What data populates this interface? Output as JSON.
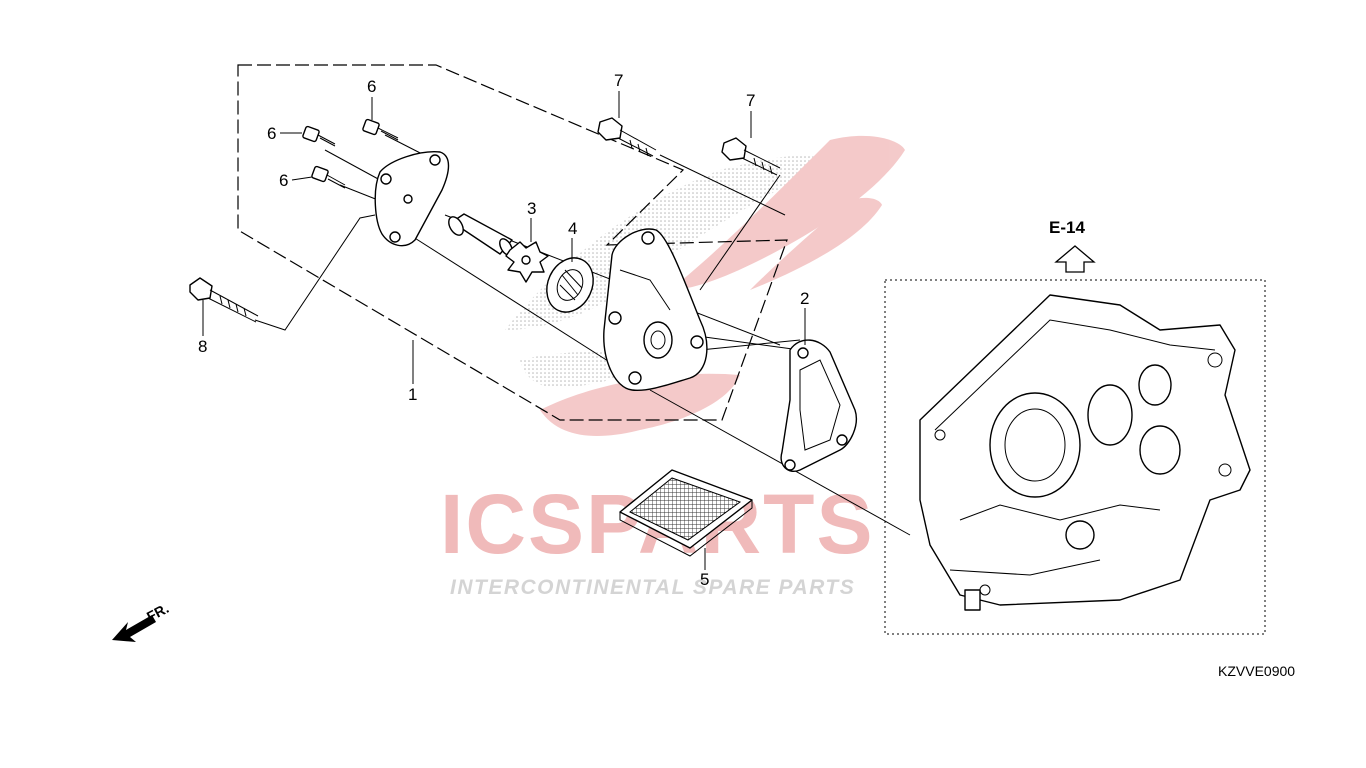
{
  "watermark": {
    "brand": "ICSPARTS",
    "tagline": "INTERCONTINENTAL SPARE PARTS",
    "brand_color": "#e8a0a0",
    "gray_color": "#c8c8c8"
  },
  "diagram_code": "KZVVE0900",
  "front_label": "FR.",
  "reference": {
    "label": "E-14",
    "icon": "up-arrow-icon"
  },
  "callouts": [
    "1",
    "2",
    "3",
    "4",
    "5",
    "6",
    "6",
    "6",
    "7",
    "7",
    "8"
  ]
}
